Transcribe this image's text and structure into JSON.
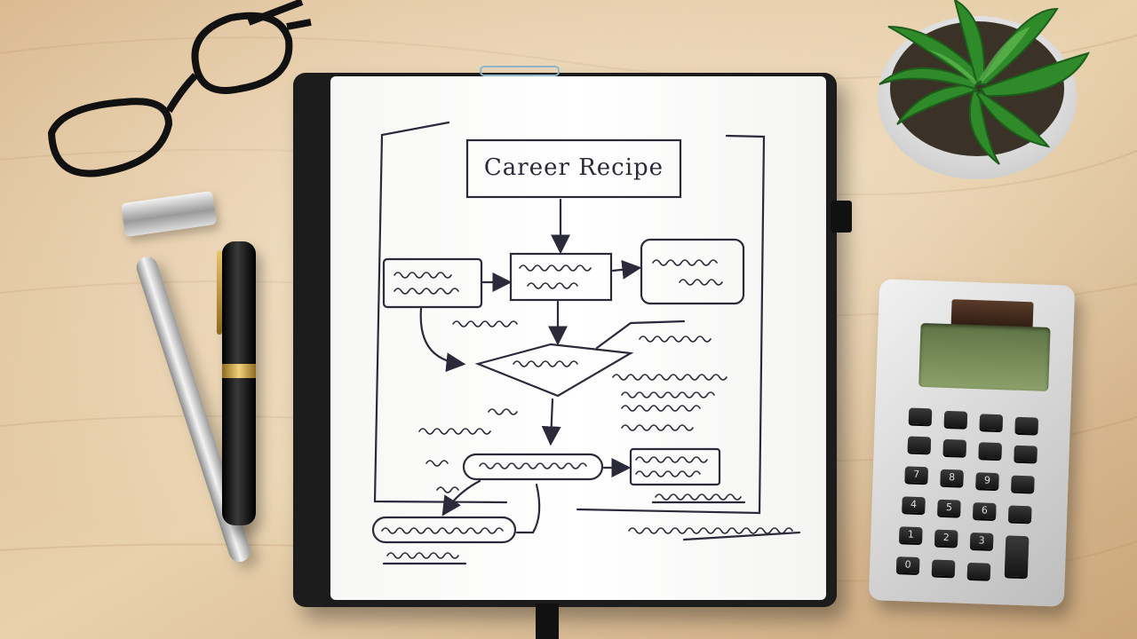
{
  "notebook": {
    "title": "Career Recipe"
  },
  "calculator": {
    "keys": [
      "7",
      "8",
      "9",
      "4",
      "5",
      "6",
      "1",
      "2",
      "3",
      "0"
    ]
  }
}
